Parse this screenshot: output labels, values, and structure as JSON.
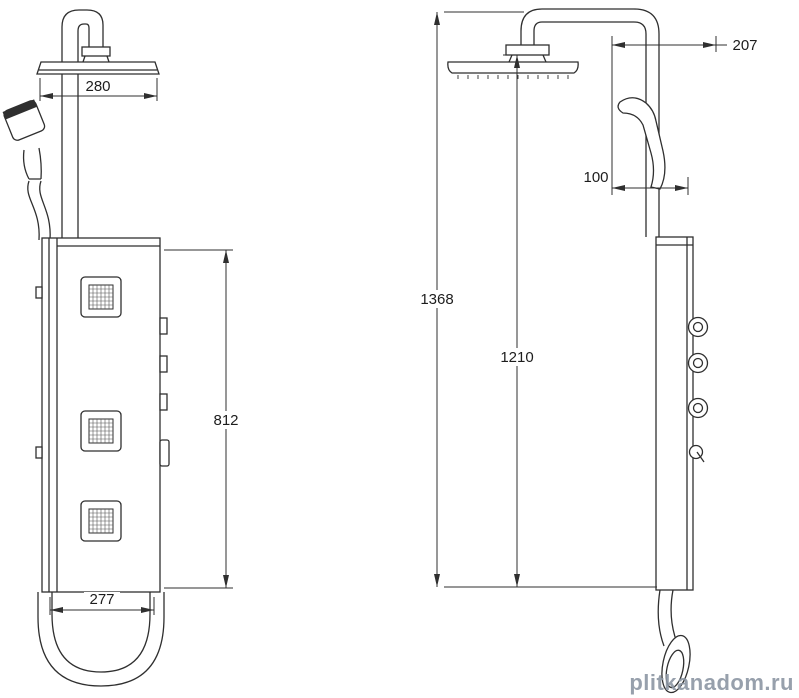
{
  "diagram": {
    "type": "technical-dimension-drawing",
    "subject": "shower-panel-column",
    "front": {
      "head_width": "280",
      "panel_height": "812",
      "base_width": "277"
    },
    "side": {
      "head_offset": "207",
      "hand_offset": "100",
      "total_height": "1368",
      "head_height": "1210"
    },
    "watermark": "plitkanadom.ru",
    "colors": {
      "line": "#2f2f2f",
      "background": "#ffffff",
      "watermark": "#8c96a3"
    }
  }
}
